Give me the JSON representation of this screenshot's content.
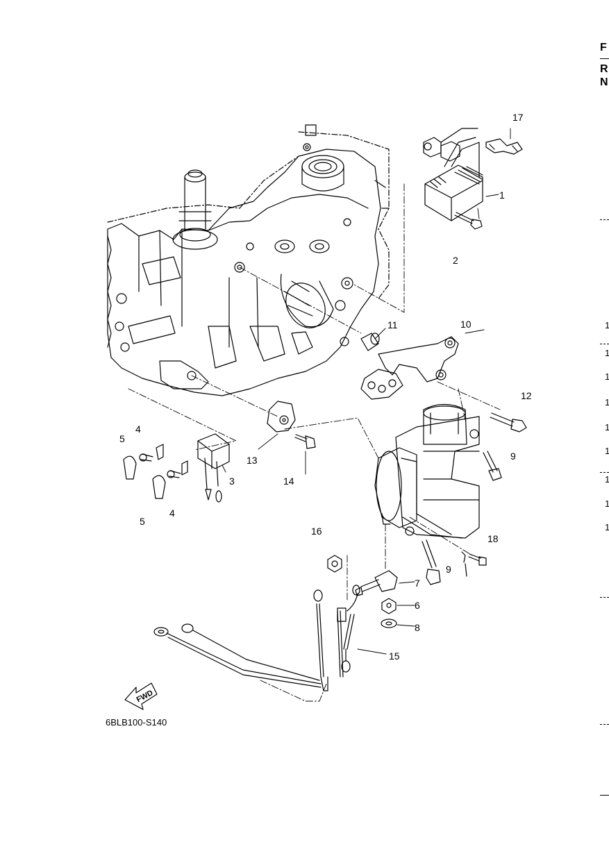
{
  "diagram": {
    "code": "6BLB100-S140",
    "fwd_label": "FWD",
    "callouts": [
      {
        "id": "c1",
        "text": "1"
      },
      {
        "id": "c2",
        "text": "2"
      },
      {
        "id": "c3",
        "text": "3"
      },
      {
        "id": "c4a",
        "text": "4"
      },
      {
        "id": "c4b",
        "text": "4"
      },
      {
        "id": "c5a",
        "text": "5"
      },
      {
        "id": "c5b",
        "text": "5"
      },
      {
        "id": "c6",
        "text": "6"
      },
      {
        "id": "c7",
        "text": "7"
      },
      {
        "id": "c8",
        "text": "8"
      },
      {
        "id": "c9a",
        "text": "9"
      },
      {
        "id": "c9b",
        "text": "9"
      },
      {
        "id": "c10",
        "text": "10"
      },
      {
        "id": "c11",
        "text": "11"
      },
      {
        "id": "c12",
        "text": "12"
      },
      {
        "id": "c13",
        "text": "13"
      },
      {
        "id": "c14",
        "text": "14"
      },
      {
        "id": "c15",
        "text": "15"
      },
      {
        "id": "c16",
        "text": "16"
      },
      {
        "id": "c17",
        "text": "17"
      },
      {
        "id": "c18",
        "text": "18"
      }
    ]
  },
  "edge": {
    "letters": [
      "F",
      "R",
      "N"
    ],
    "numbers": [
      "1",
      "1",
      "1",
      "1",
      "1",
      "1",
      "1",
      "1",
      "1"
    ]
  }
}
